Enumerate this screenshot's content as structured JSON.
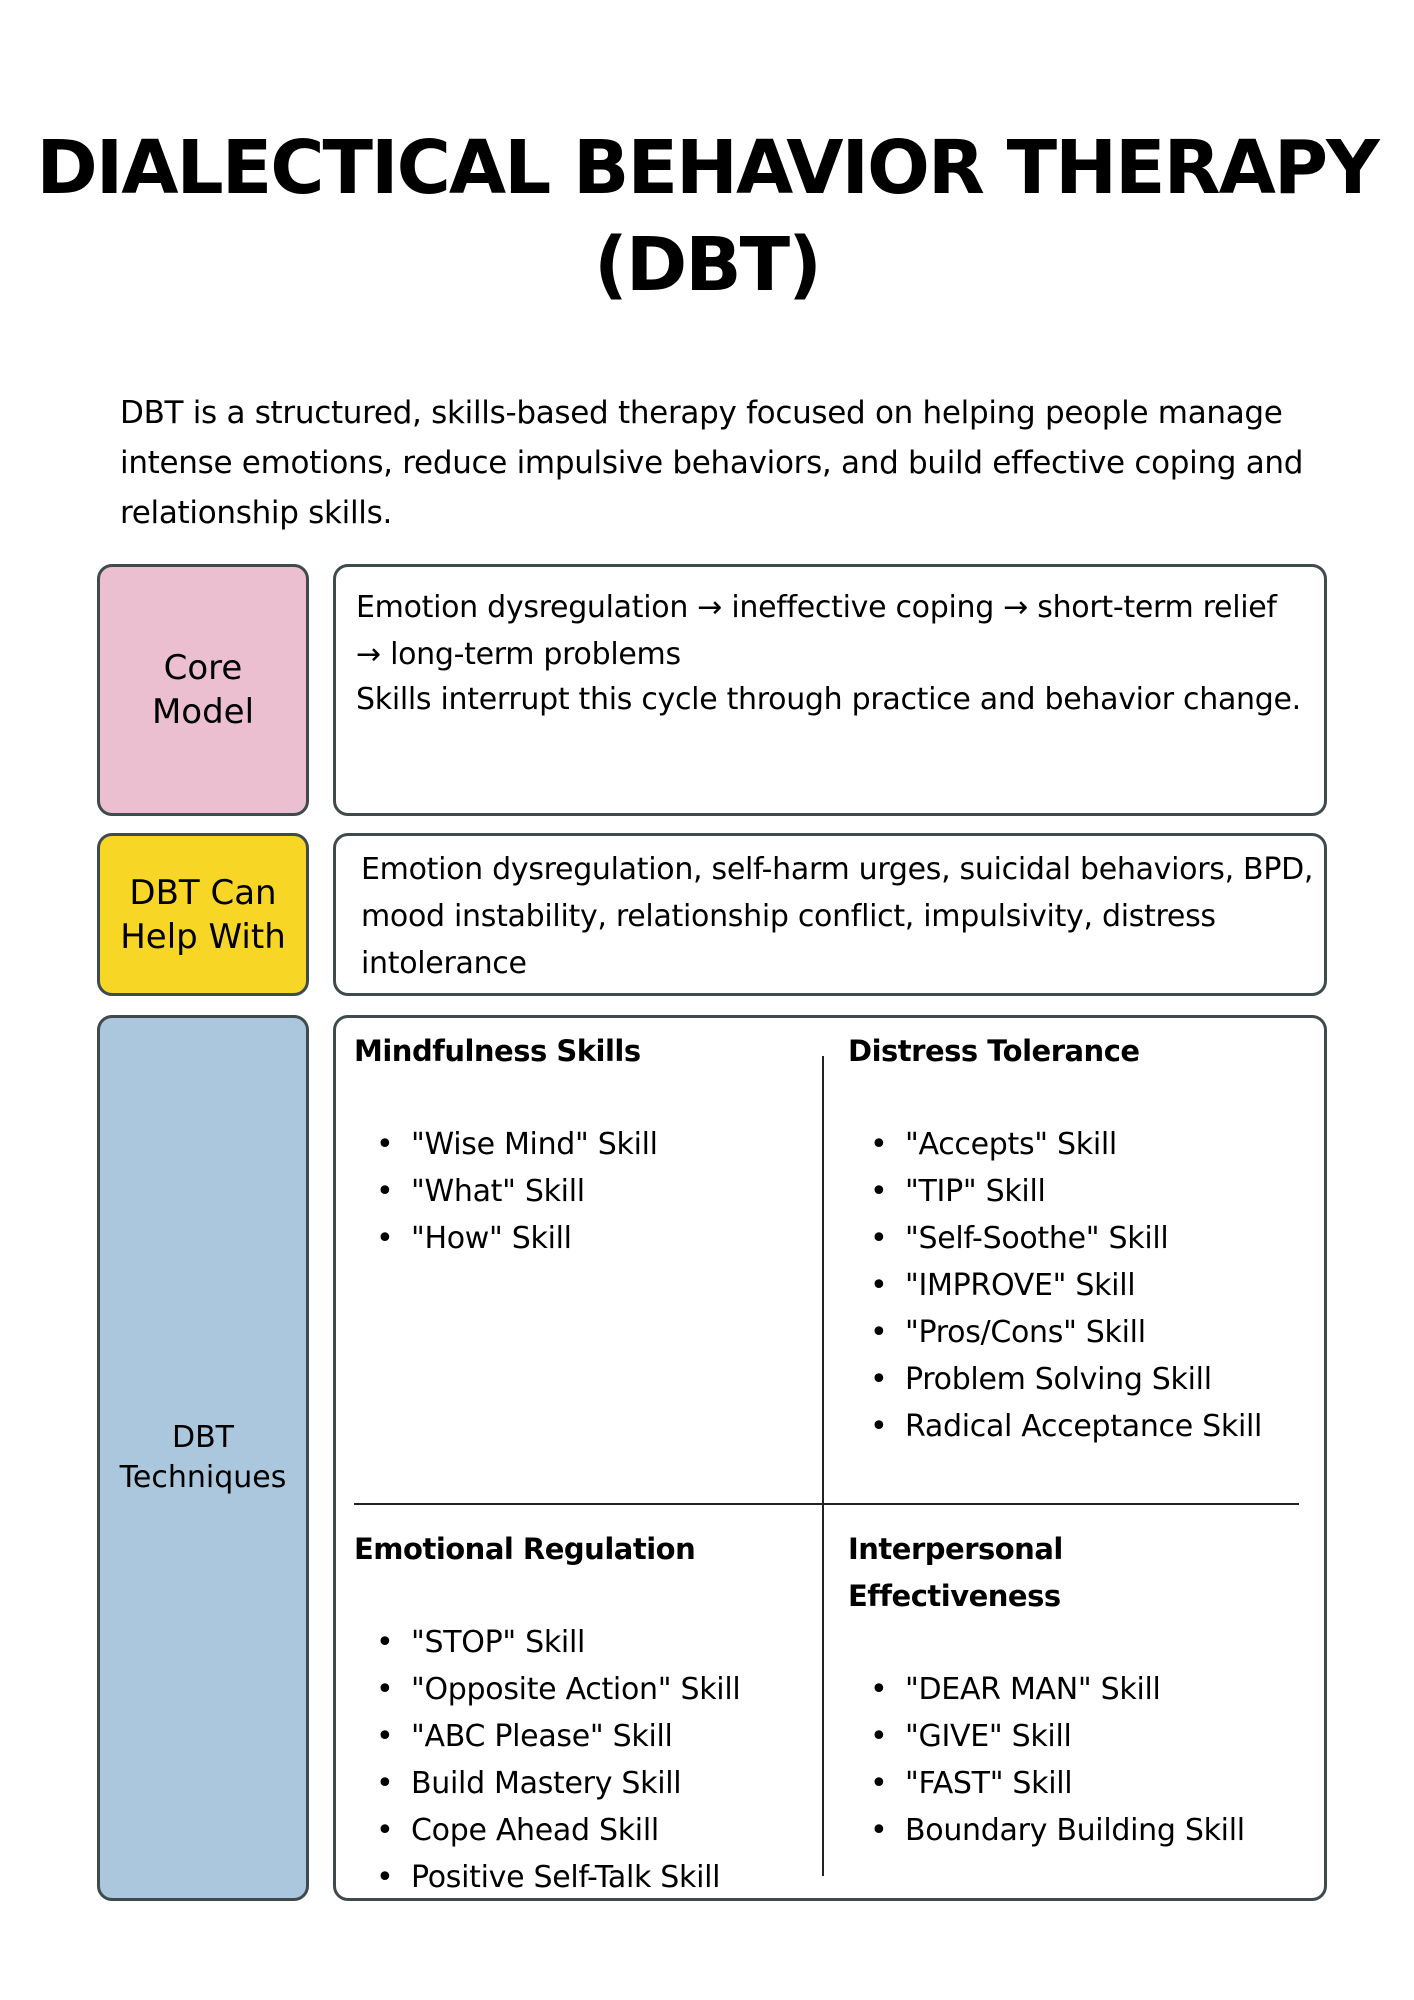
{
  "header": {
    "title_line1": "DIALECTICAL BEHAVIOR THERAPY",
    "title_line2": "(DBT)"
  },
  "intro": "DBT is a structured, skills-based therapy focused on helping people manage intense emotions, reduce impulsive behaviors, and build effective coping and relationship skills.",
  "colors": {
    "core_model": "#ebbfcf",
    "help_with": "#f7d626",
    "techniques": "#abc7dd",
    "border": "#3f4a4d"
  },
  "sections": {
    "core_model": {
      "label": "Core Model",
      "paragraph1": "Emotion dysregulation → ineffective coping → short-term relief → long-term problems",
      "paragraph2": "Skills interrupt this cycle through practice and behavior change."
    },
    "help_with": {
      "label": "DBT Can Help With",
      "text": "Emotion dysregulation, self-harm urges, suicidal behaviors, BPD, mood instability, relationship conflict, impulsivity, distress intolerance"
    },
    "techniques": {
      "label": "DBT Techniques",
      "quadrants": [
        {
          "heading": "Mindfulness Skills",
          "items": [
            "\"Wise Mind\" Skill",
            "\"What\" Skill",
            "\"How\" Skill"
          ]
        },
        {
          "heading": "Distress Tolerance",
          "items": [
            "\"Accepts\" Skill",
            "\"TIP\" Skill",
            "\"Self-Soothe\" Skill",
            "\"IMPROVE\" Skill",
            "\"Pros/Cons\" Skill",
            "Problem Solving Skill",
            "Radical Acceptance Skill"
          ]
        },
        {
          "heading": "Emotional Regulation",
          "items": [
            "\"STOP\" Skill",
            "\"Opposite Action\" Skill",
            "\"ABC Please\" Skill",
            "Build Mastery Skill",
            "Cope Ahead Skill",
            "Positive Self-Talk Skill"
          ]
        },
        {
          "heading": "Interpersonal Effectiveness",
          "items": [
            "\"DEAR MAN\" Skill",
            "\"GIVE\" Skill",
            "\"FAST\" Skill",
            "Boundary Building Skill"
          ]
        }
      ]
    }
  }
}
